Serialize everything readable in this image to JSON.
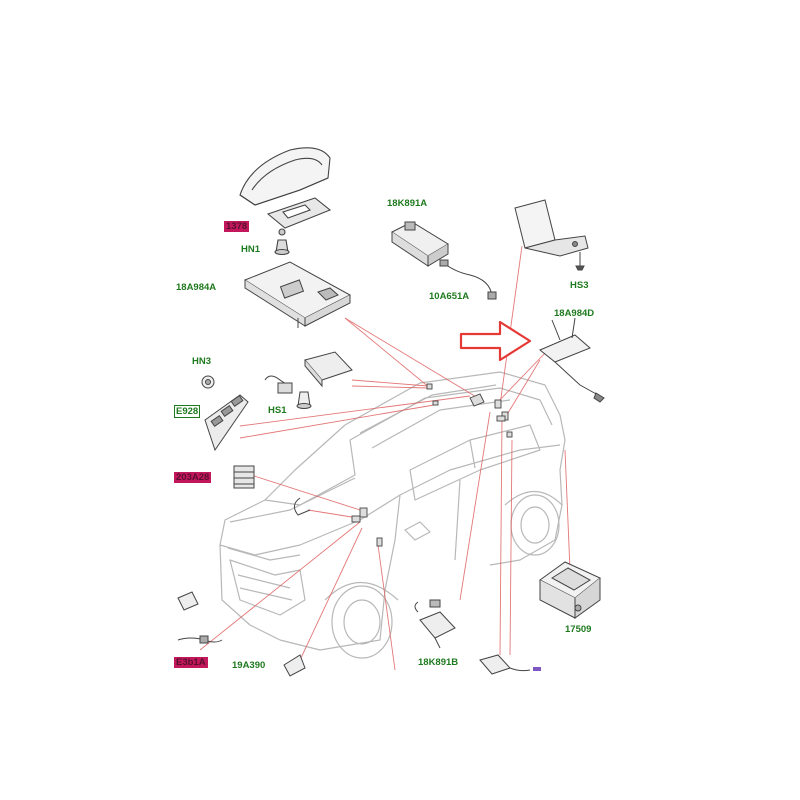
{
  "diagram": {
    "accent_color": "#e53935",
    "label_color": "#1e7a1e",
    "highlight_color": "#c2185b",
    "labels": {
      "part_1378x": "1378",
      "hn1": "HN1",
      "part_18k891a": "18K891A",
      "part_18a984a": "18A984A",
      "part_10a651a": "10A651A",
      "hs3": "HS3",
      "part_18a984d": "18A984D",
      "hn3": "HN3",
      "hs1": "HS1",
      "e928": "E928",
      "part_203a28": "203A28",
      "part_17509": "17509",
      "part_18k891b": "18K891B",
      "part_19a390": "19A390",
      "part_e3b1a": "E3b1A"
    },
    "icons": [
      "red-arrow-icon"
    ]
  }
}
